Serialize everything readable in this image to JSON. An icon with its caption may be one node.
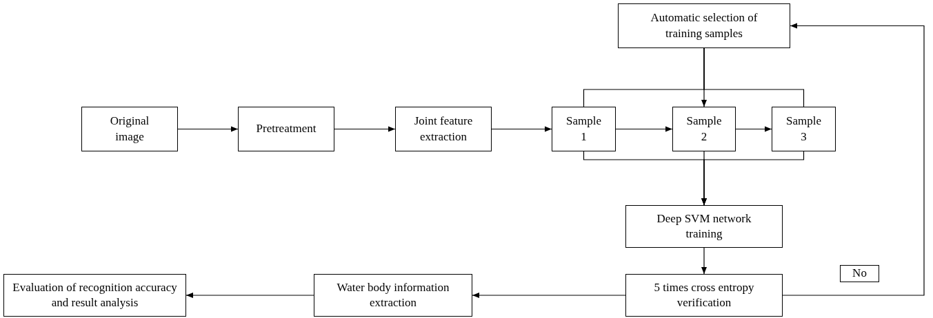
{
  "diagram": {
    "nodes": [
      {
        "text": [
          "Automatic selection of training samples"
        ]
      },
      {
        "text": [
          "Original image"
        ]
      },
      {
        "text": [
          "Pretreatment"
        ]
      },
      {
        "text": [
          "Joint feature extraction"
        ]
      },
      {
        "text": [
          "Sample 1"
        ]
      },
      {
        "text": [
          "Sample 2"
        ]
      },
      {
        "text": [
          "Sample 3"
        ]
      },
      {
        "text": [
          "Deep SVM network training"
        ]
      },
      {
        "text": [
          "5 times cross entropy verification"
        ]
      },
      {
        "text": [
          "Water body information extraction"
        ]
      },
      {
        "text": [
          "Evaluation of recognition accuracy and result analysis"
        ]
      },
      {
        "text": [
          "No"
        ]
      }
    ],
    "edges": [
      {
        "from": 0,
        "to": 4,
        "arrow": "none"
      },
      {
        "from": 0,
        "to": 5,
        "arrow": "to"
      },
      {
        "from": 0,
        "to": 6,
        "arrow": "none"
      },
      {
        "from": 1,
        "to": 2,
        "arrow": "to"
      },
      {
        "from": 2,
        "to": 3,
        "arrow": "to"
      },
      {
        "from": 3,
        "to": 4,
        "arrow": "to"
      },
      {
        "from": 4,
        "to": 5,
        "arrow": "to"
      },
      {
        "from": 5,
        "to": 6,
        "arrow": "to"
      },
      {
        "from": 4,
        "to": 7,
        "arrow": "to"
      },
      {
        "from": 5,
        "to": 7,
        "arrow": "to"
      },
      {
        "from": 6,
        "to": 7,
        "arrow": "to"
      },
      {
        "from": 7,
        "to": 8,
        "arrow": "to"
      },
      {
        "from": 8,
        "to": 9,
        "arrow": "to"
      },
      {
        "from": 9,
        "to": 10,
        "arrow": "to"
      },
      {
        "from": 8,
        "to": 0,
        "arrow": "to"
      }
    ]
  }
}
